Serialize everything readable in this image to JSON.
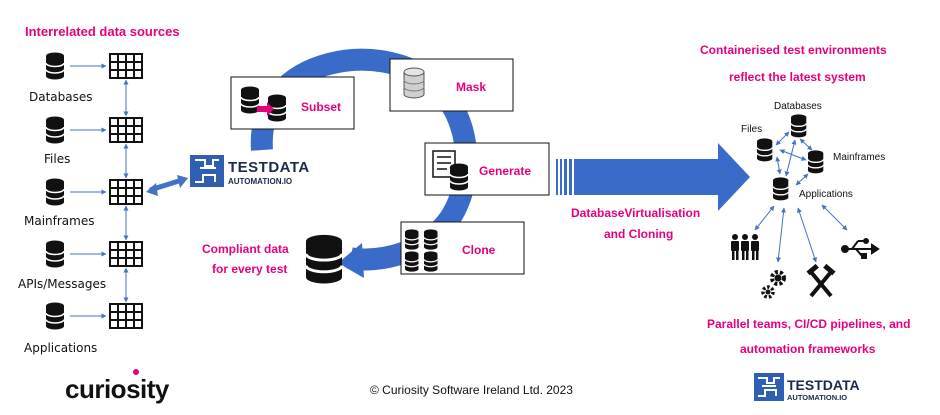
{
  "left": {
    "heading": "Interrelated data sources",
    "sources": [
      "Databases",
      "Files",
      "Mainframes",
      "APIs/Messages",
      "Applications"
    ]
  },
  "logo_center": {
    "line1": "TESTDATA",
    "line2": "AUTOMATION.IO"
  },
  "cycle": {
    "subset": "Subset",
    "mask": "Mask",
    "generate": "Generate",
    "clone": "Clone"
  },
  "compliant": {
    "line1": "Compliant data",
    "line2": "for every test"
  },
  "virtualisation": {
    "line1": "DatabaseVirtualisation",
    "line2": "and Cloning"
  },
  "right": {
    "heading_line1": "Containerised test environments",
    "heading_line2": "reflect the latest system",
    "nodes": {
      "databases": "Databases",
      "files": "Files",
      "mainframes": "Mainframes",
      "applications": "Applications"
    },
    "footer_line1": "Parallel teams, CI/CD pipelines, and",
    "footer_line2": "automation frameworks"
  },
  "brand_left": "curiosity",
  "copyright": "© Curiosity Software Ireland Ltd. 2023",
  "logo_bottom": {
    "line1": "TESTDATA",
    "line2": "AUTOMATION.IO"
  },
  "colors": {
    "accent": "#e6007e",
    "arrow_blue": "#4472c4",
    "cycle_blue": "#3a6bc9"
  }
}
